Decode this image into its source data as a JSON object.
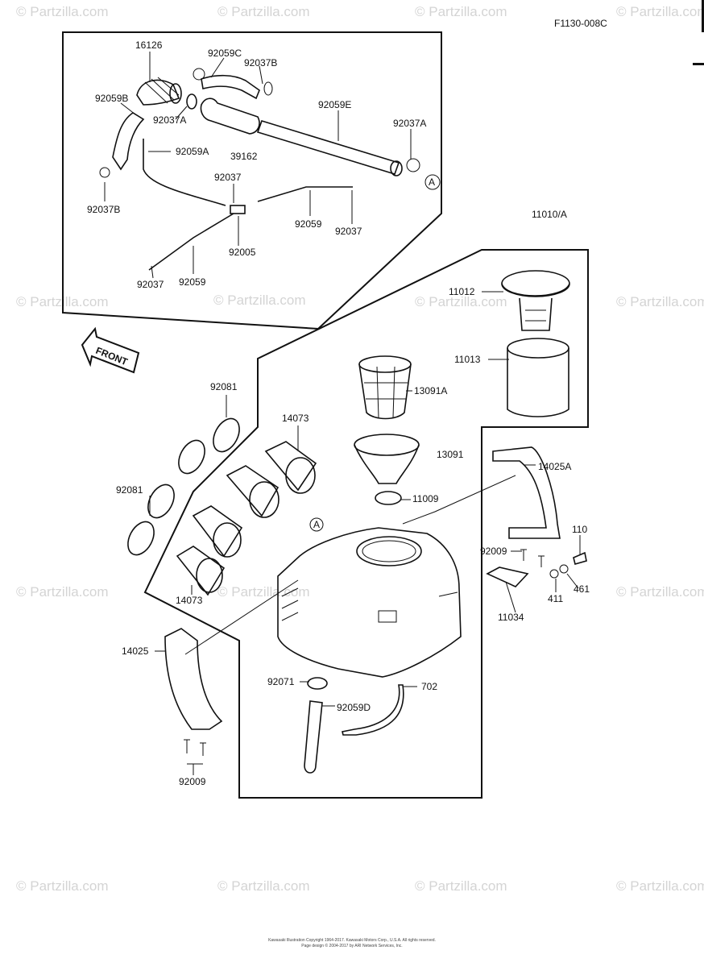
{
  "diagram": {
    "ref_code": "F1130-008C",
    "group_code": "11010/A",
    "front_label": "FRONT",
    "circle_mark": "A"
  },
  "parts": [
    {
      "id": "p16126",
      "label": "16126"
    },
    {
      "id": "p92059C",
      "label": "92059C"
    },
    {
      "id": "p92037B_top",
      "label": "92037B"
    },
    {
      "id": "p92059B",
      "label": "92059B"
    },
    {
      "id": "p92037A_left",
      "label": "92037A"
    },
    {
      "id": "p92059E",
      "label": "92059E"
    },
    {
      "id": "p92037A_right",
      "label": "92037A"
    },
    {
      "id": "p92059A",
      "label": "92059A"
    },
    {
      "id": "p39162",
      "label": "39162"
    },
    {
      "id": "p92037_mid",
      "label": "92037"
    },
    {
      "id": "p92037B_left",
      "label": "92037B"
    },
    {
      "id": "p92059_right",
      "label": "92059"
    },
    {
      "id": "p92037_right",
      "label": "92037"
    },
    {
      "id": "p92005",
      "label": "92005"
    },
    {
      "id": "p92037_bottom",
      "label": "92037"
    },
    {
      "id": "p92059_bottom",
      "label": "92059"
    },
    {
      "id": "p11012",
      "label": "11012"
    },
    {
      "id": "p11013",
      "label": "11013"
    },
    {
      "id": "p13091A",
      "label": "13091A"
    },
    {
      "id": "p13091",
      "label": "13091"
    },
    {
      "id": "p92081_top",
      "label": "92081"
    },
    {
      "id": "p14073_top",
      "label": "14073"
    },
    {
      "id": "p92081_left",
      "label": "92081"
    },
    {
      "id": "p11009",
      "label": "11009"
    },
    {
      "id": "p14025A",
      "label": "14025A"
    },
    {
      "id": "p110",
      "label": "110"
    },
    {
      "id": "p92009_right",
      "label": "92009"
    },
    {
      "id": "p411",
      "label": "411"
    },
    {
      "id": "p461",
      "label": "461"
    },
    {
      "id": "p11034",
      "label": "11034"
    },
    {
      "id": "p14073_bottom",
      "label": "14073"
    },
    {
      "id": "p14025",
      "label": "14025"
    },
    {
      "id": "p92071",
      "label": "92071"
    },
    {
      "id": "p702",
      "label": "702"
    },
    {
      "id": "p92059D",
      "label": "92059D"
    },
    {
      "id": "p92009_bottom",
      "label": "92009"
    }
  ],
  "watermark": {
    "text": "© Partzilla.com"
  },
  "footer": {
    "line1": "Kawasaki Illustration Copyright 1964-2017. Kawasaki Motors Corp., U.S.A. All rights reserved.",
    "line2": "Page design © 2004-2017 by ARI Network Services, Inc."
  }
}
